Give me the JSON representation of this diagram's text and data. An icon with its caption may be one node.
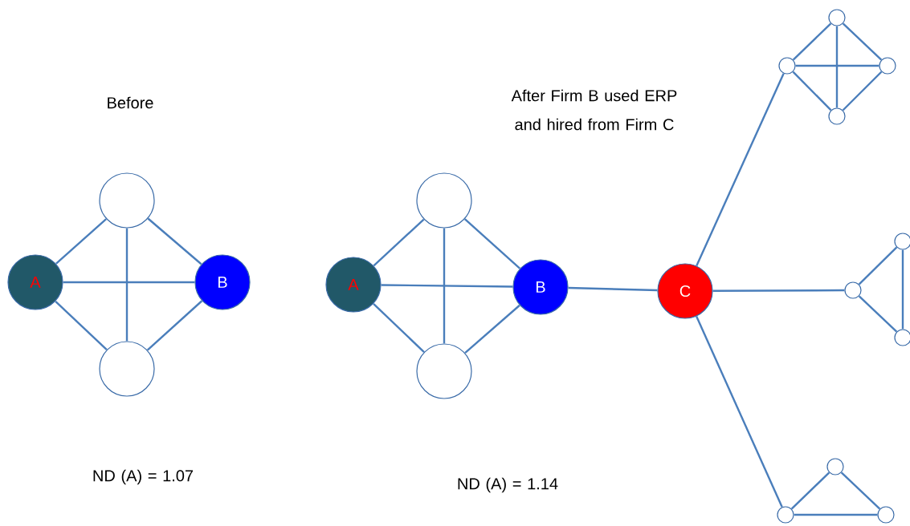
{
  "diagram": {
    "nodes": [
      {
        "text": [],
        "shape": "circle"
      },
      {
        "text": [
          "A"
        ]
      },
      {
        "text": [
          "B"
        ]
      },
      {
        "text": [],
        "shape": "circle"
      },
      {
        "text": [],
        "shape": "circle"
      },
      {
        "text": [
          "A"
        ]
      },
      {
        "text": [
          "B"
        ]
      },
      {
        "text": [],
        "shape": "circle"
      },
      {
        "text": [
          "C"
        ]
      },
      {
        "text": [],
        "shape": "circle"
      },
      {
        "text": [],
        "shape": "circle"
      },
      {
        "text": [],
        "shape": "circle"
      },
      {
        "text": [],
        "shape": "circle"
      },
      {
        "text": [],
        "shape": "circle"
      },
      {
        "text": [],
        "shape": "circle"
      },
      {
        "text": [],
        "shape": "circle"
      },
      {
        "text": [],
        "shape": "circle"
      },
      {
        "text": [],
        "shape": "circle"
      },
      {
        "text": [],
        "shape": "circle"
      }
    ],
    "edges": [
      {
        "from": 1,
        "to": 0,
        "arrow": "none"
      },
      {
        "from": 1,
        "to": 2,
        "arrow": "none"
      },
      {
        "from": 1,
        "to": 3,
        "arrow": "none"
      },
      {
        "from": 0,
        "to": 3,
        "arrow": "none"
      },
      {
        "from": 0,
        "to": 2,
        "arrow": "none"
      },
      {
        "from": 3,
        "to": 2,
        "arrow": "none"
      },
      {
        "from": 5,
        "to": 4,
        "arrow": "none"
      },
      {
        "from": 5,
        "to": 6,
        "arrow": "none"
      },
      {
        "from": 5,
        "to": 7,
        "arrow": "none"
      },
      {
        "from": 4,
        "to": 7,
        "arrow": "none"
      },
      {
        "from": 4,
        "to": 6,
        "arrow": "none"
      },
      {
        "from": 7,
        "to": 6,
        "arrow": "none"
      },
      {
        "from": 6,
        "to": 8,
        "arrow": "none"
      },
      {
        "from": 8,
        "to": 10,
        "arrow": "none"
      },
      {
        "from": 8,
        "to": 14,
        "arrow": "none"
      },
      {
        "from": 8,
        "to": 17,
        "arrow": "none"
      },
      {
        "from": 9,
        "to": 10,
        "arrow": "none"
      },
      {
        "from": 9,
        "to": 11,
        "arrow": "none"
      },
      {
        "from": 10,
        "to": 12,
        "arrow": "none"
      },
      {
        "from": 11,
        "to": 12,
        "arrow": "none"
      },
      {
        "from": 9,
        "to": 12,
        "arrow": "none"
      },
      {
        "from": 10,
        "to": 11,
        "arrow": "none"
      },
      {
        "from": 14,
        "to": 13,
        "arrow": "none"
      },
      {
        "from": 14,
        "to": 15,
        "arrow": "none"
      },
      {
        "from": 13,
        "to": 15,
        "arrow": "none"
      },
      {
        "from": 16,
        "to": 17,
        "arrow": "none"
      },
      {
        "from": 16,
        "to": 18,
        "arrow": "none"
      },
      {
        "from": 17,
        "to": 18,
        "arrow": "none"
      }
    ],
    "labels": [
      "Before",
      "After Firm B used ERP and hired from Firm C",
      "ND (A) = 1.07",
      "ND (A) = 1.14"
    ]
  }
}
